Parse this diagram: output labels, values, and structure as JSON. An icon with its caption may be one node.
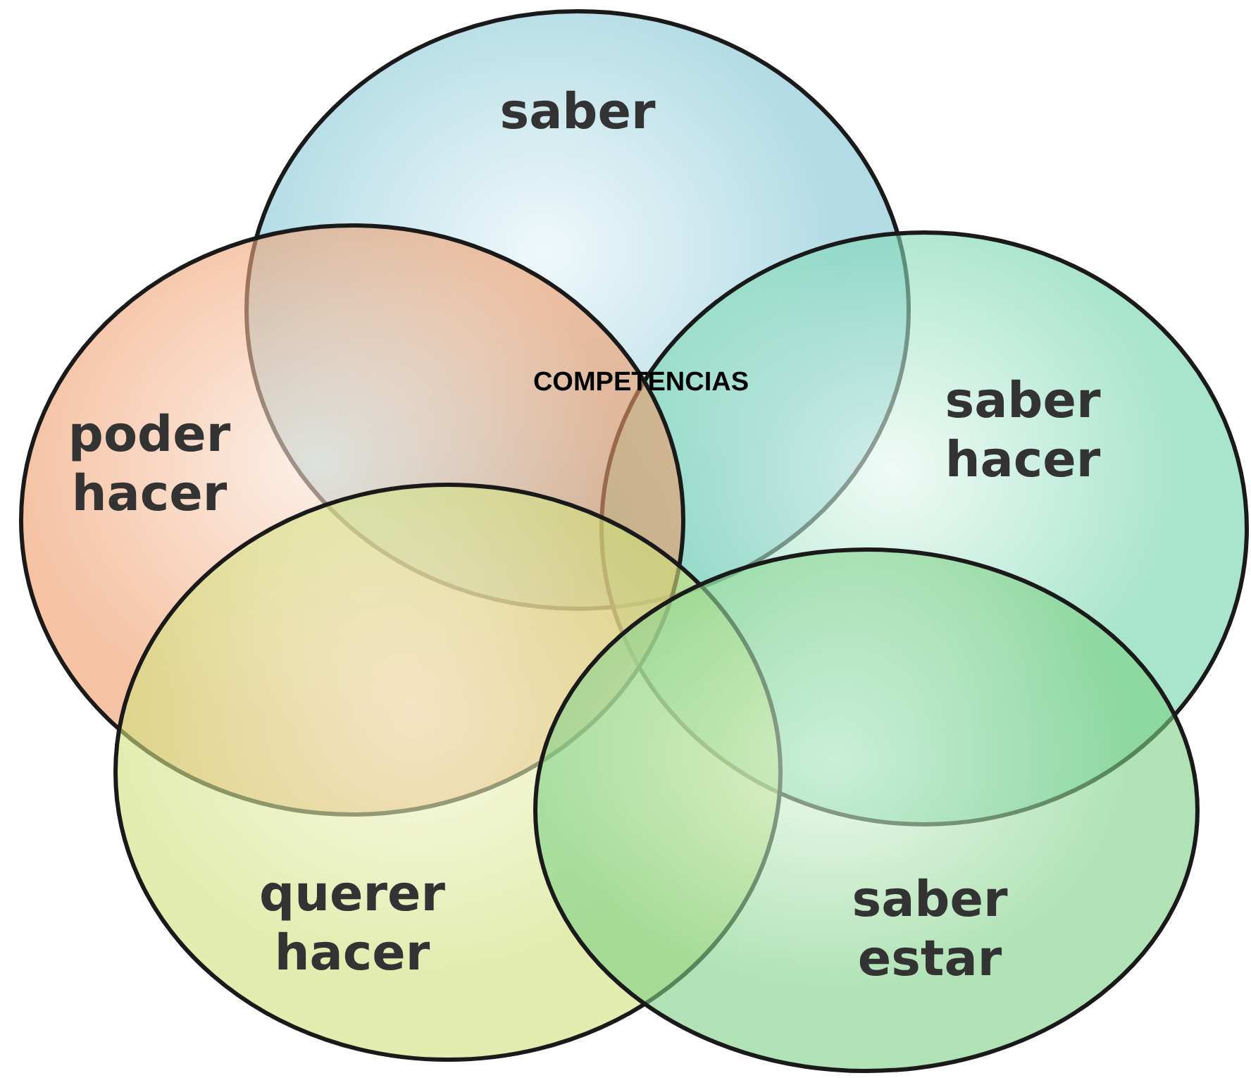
{
  "diagram": {
    "nodes": [
      {
        "text": [
          "saber"
        ]
      },
      {
        "text": [
          "saber hacer"
        ]
      },
      {
        "text": [
          "poder hacer"
        ]
      },
      {
        "text": [
          "querer hacer"
        ]
      },
      {
        "text": [
          "saber estar"
        ]
      }
    ],
    "edges": [],
    "labels": [
      "COMPETENCIAS"
    ]
  }
}
